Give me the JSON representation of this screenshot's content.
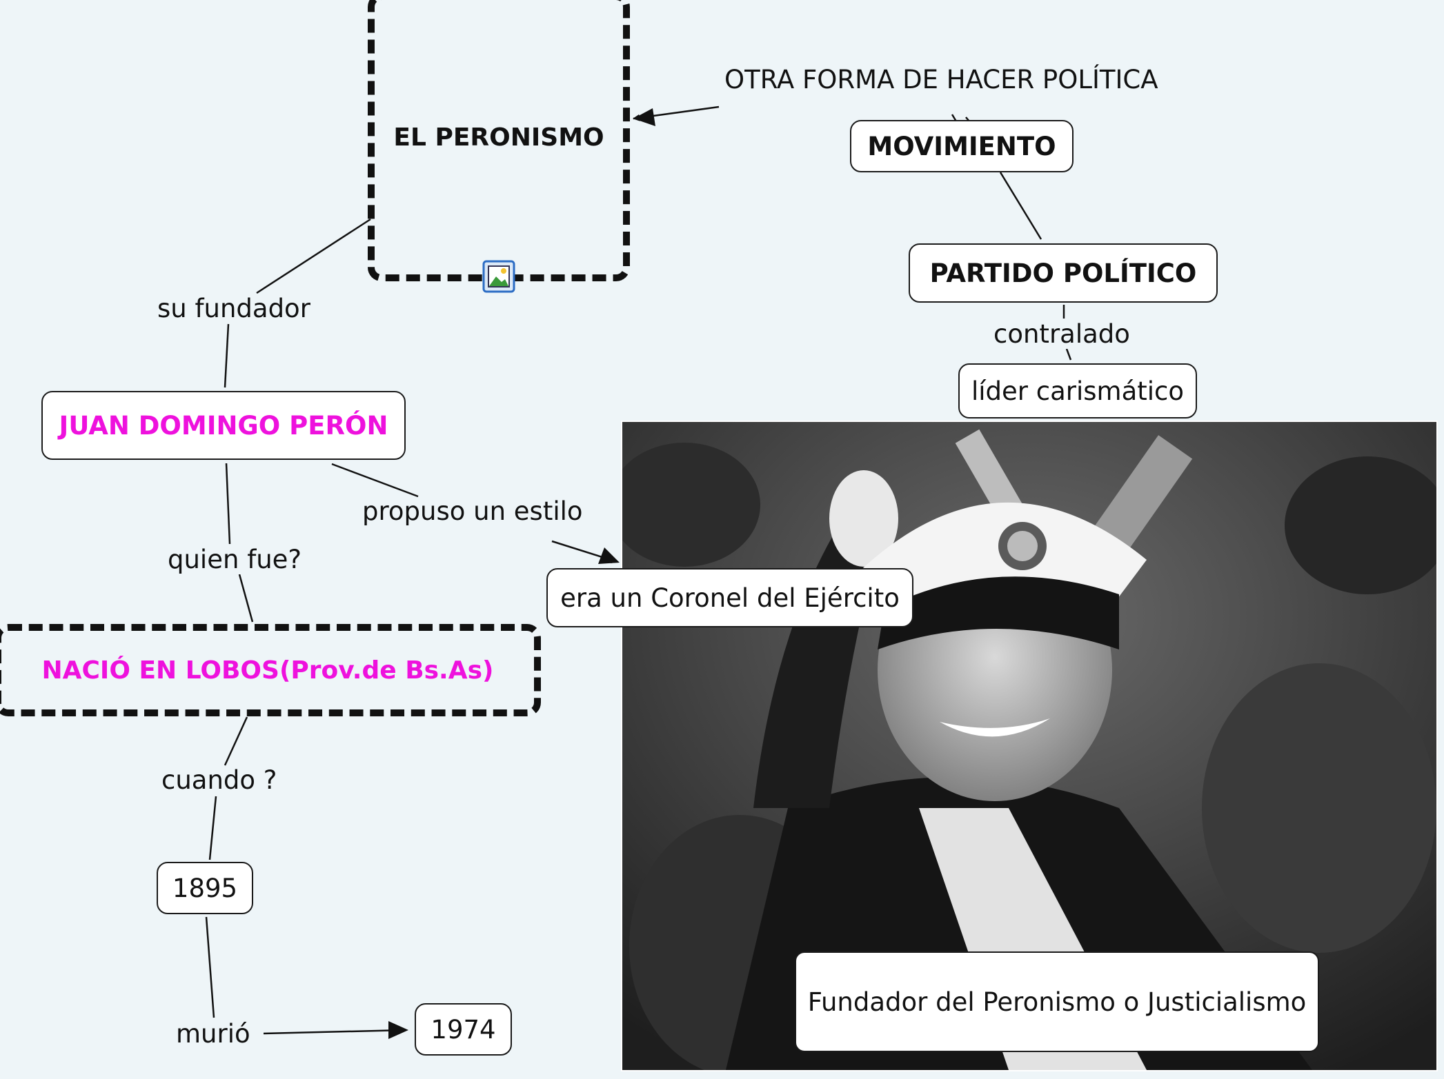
{
  "nodes": {
    "peronismo": "EL PERONISMO",
    "movimiento": "MOVIMIENTO",
    "partido": "PARTIDO POLÍTICO",
    "lider": "líder carismático",
    "peron": "JUAN DOMINGO PERÓN",
    "coronel": "era un Coronel del Ejército",
    "nacio": "NACIÓ EN LOBOS(Prov.de Bs.As)",
    "y1895": "1895",
    "y1974": "1974",
    "fundador": "Fundador del Peronismo o Justicialismo"
  },
  "links": {
    "otra_forma": "OTRA FORMA DE HACER POLÍTICA",
    "contralado": "contralado",
    "su_fundador": "su fundador",
    "propuso": "propuso un estilo",
    "quien_fue": "quien fue?",
    "cuando": "cuando ?",
    "murio": "murió"
  },
  "colors": {
    "background": "#eef5f8",
    "highlight_text": "#ee11dd",
    "border": "#1a1a1a"
  },
  "icons": {
    "peronismo_attachment": "image-icon"
  }
}
